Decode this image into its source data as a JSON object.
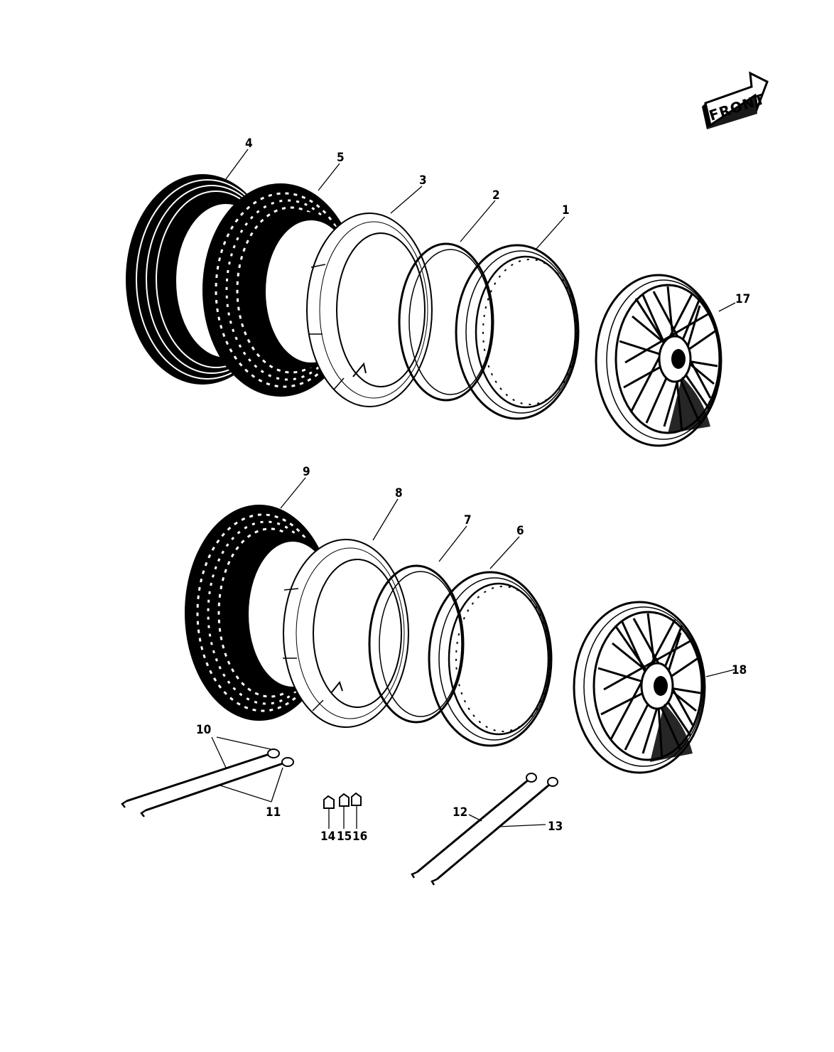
{
  "front_sign": {
    "label": "FRONT"
  },
  "callouts": {
    "c1": "1",
    "c2": "2",
    "c3": "3",
    "c4": "4",
    "c5": "5",
    "c6": "6",
    "c7": "7",
    "c8": "8",
    "c9": "9",
    "c10": "10",
    "c11": "11",
    "c12": "12",
    "c13": "13",
    "c14": "14",
    "c15": "15",
    "c16": "16",
    "c17": "17",
    "c18": "18"
  },
  "colors": {
    "ink": "#000000",
    "paper": "#ffffff"
  }
}
